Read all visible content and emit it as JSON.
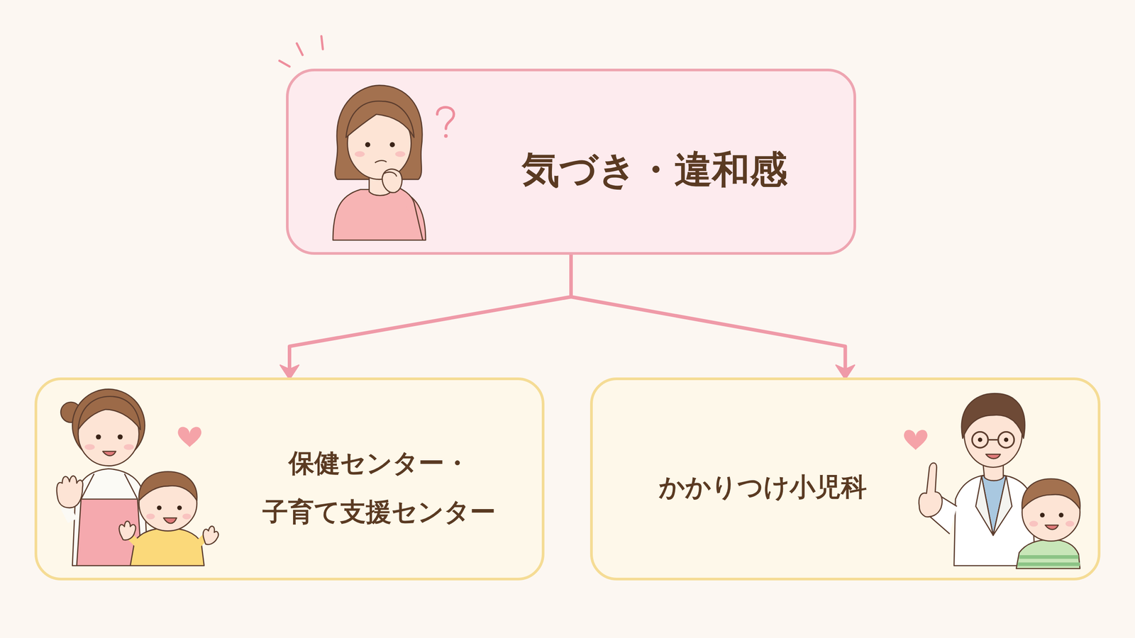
{
  "diagram": {
    "nodes": [
      {
        "text": [
          "気づき・違和感"
        ]
      },
      {
        "text": [
          "保健センター・ 子育て支援センター"
        ]
      },
      {
        "text": [
          "かかりつけ小児科"
        ]
      }
    ],
    "edges": [
      {
        "from": 0,
        "to": 1,
        "arrow": "to"
      },
      {
        "from": 0,
        "to": 2,
        "arrow": "to"
      }
    ]
  }
}
